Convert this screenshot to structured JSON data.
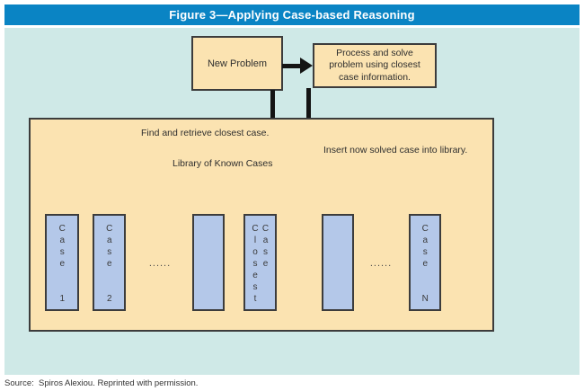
{
  "title": "Figure 3—Applying Case-based Reasoning",
  "flow": {
    "new_problem": "New Problem",
    "process": "Process and solve problem using closest case information.",
    "find_retrieve": "Find and retrieve closest case.",
    "library_title": "Library of Known Cases",
    "insert_solved": "Insert now solved case into library."
  },
  "library": {
    "dots": "......",
    "cases": {
      "case1": "Case  1",
      "case2": "Case  2",
      "closest": "Closest\nCase",
      "caseN": "Case  N"
    }
  },
  "source": "Source:  Spiros Alexiou. Reprinted with permission.",
  "colors": {
    "title_bar": "#0a84c4",
    "canvas_bg": "#cfe9e7",
    "box_fill": "#fbe3b1",
    "case_fill": "#b4c8e9",
    "border": "#3c3c3c",
    "arrow": "#141414"
  }
}
